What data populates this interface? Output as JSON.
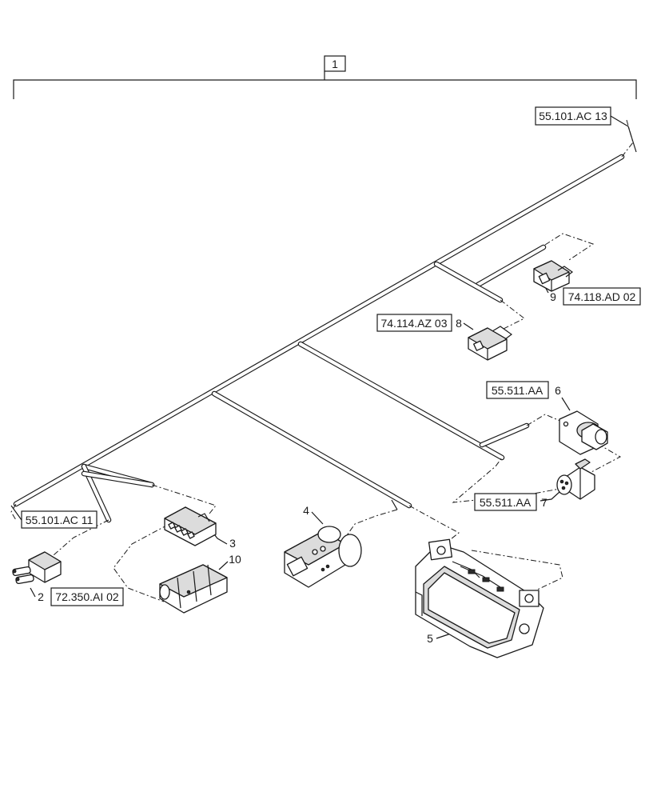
{
  "assembly": {
    "item": "1"
  },
  "refs": {
    "ref_top": "55.101.AC 13",
    "ref_left": "55.101.AC 11",
    "ref_9": "74.118.AD 02",
    "ref_8": "74.114.AZ 03",
    "ref_6": "55.511.AA",
    "ref_7": "55.511.AA",
    "ref_2": "72.350.AI 02"
  },
  "callouts": {
    "c2": "2",
    "c3": "3",
    "c4": "4",
    "c5": "5",
    "c6": "6",
    "c7": "7",
    "c8": "8",
    "c9": "9",
    "c10": "10"
  }
}
